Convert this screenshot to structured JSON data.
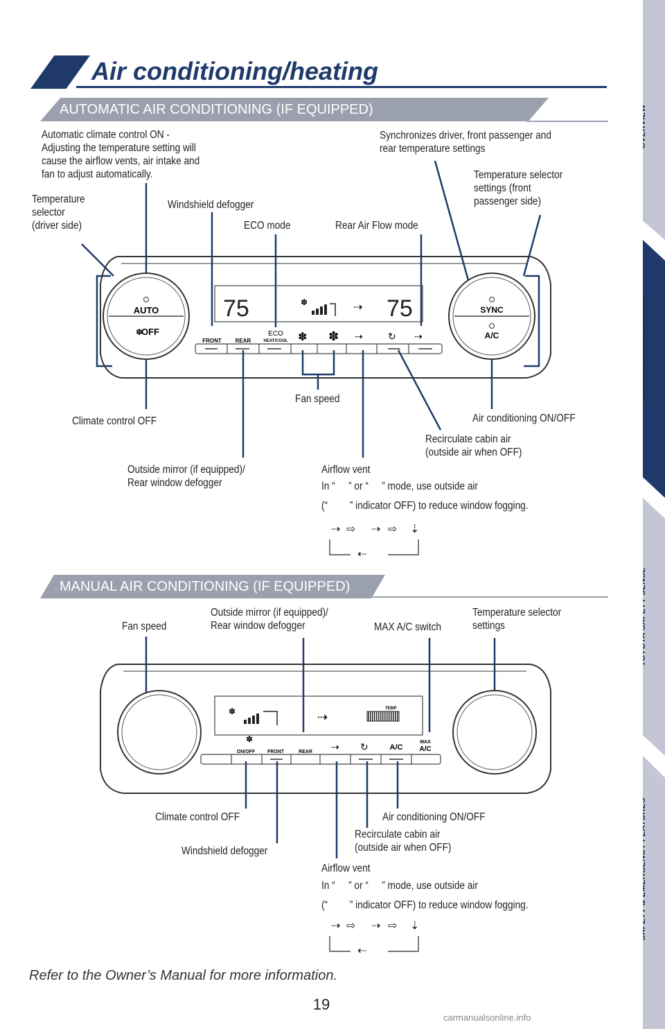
{
  "header": {
    "title": "Air conditioning/heating"
  },
  "sections": {
    "automatic": {
      "title": "AUTOMATIC AIR CONDITIONING (IF EQUIPPED)"
    },
    "manual": {
      "title": "MANUAL AIR CONDITIONING (IF EQUIPPED)"
    }
  },
  "auto_labels": {
    "auto_on": "Automatic climate control ON -\nAdjusting the temperature setting will\ncause the airflow vents, air intake and\nfan to adjust automatically.",
    "temp_driver": "Temperature\nselector\n(driver side)",
    "windshield": "Windshield defogger",
    "eco": "ECO mode",
    "rear_air": "Rear Air Flow mode",
    "sync": "Synchronizes driver, front passenger and\nrear temperature settings",
    "temp_pass": "Temperature selector\nsettings (front\npassenger side)",
    "climate_off": "Climate control OFF",
    "fan_speed": "Fan speed",
    "ac_onoff": "Air conditioning ON/OFF",
    "recirc": "Recirculate cabin air\n(outside air when OFF)",
    "mirror": "Outside mirror (if equipped)/\nRear window defogger",
    "airflow_title": "Airflow vent",
    "airflow_l1a": "In “",
    "airflow_l1b": "” or “",
    "airflow_l1c": "” mode, use outside air",
    "airflow_l2a": "(“",
    "airflow_l2b": "” indicator OFF) to reduce window fogging."
  },
  "manual_labels": {
    "fan_speed": "Fan speed",
    "mirror": "Outside mirror (if equipped)/\nRear window defogger",
    "max_ac": "MAX A/C switch",
    "temp_sel": "Temperature selector\nsettings",
    "climate_off": "Climate control OFF",
    "ac_onoff": "Air conditioning ON/OFF",
    "recirc": "Recirculate cabin air\n(outside air when OFF)",
    "windshield": "Windshield defogger",
    "airflow_title": "Airflow vent",
    "airflow_l1a": "In “",
    "airflow_l1b": "” or “",
    "airflow_l1c": "” mode, use outside air",
    "airflow_l2a": "(“",
    "airflow_l2b": "” indicator OFF) to reduce window fogging."
  },
  "panel_auto": {
    "left_temp": "75",
    "right_temp": "75",
    "auto_btn": "AUTO",
    "off_btn": "OFF",
    "sync_btn": "SYNC",
    "ac_btn": "A/C",
    "front": "FRONT",
    "rear": "REAR",
    "eco": "ECO",
    "heatcool": "HEAT/COOL"
  },
  "panel_manual": {
    "onoff": "ON/OFF",
    "front": "FRONT",
    "rear": "REAR",
    "ac": "A/C",
    "max": "MAX",
    "max_ac": "A/C",
    "temp": "TEMP"
  },
  "side_tabs": [
    "OVERVIEW",
    "FEATURES & OPERATIONS",
    "TOYOTA SAFETY SENSE",
    "SAFETY & EMERGENCY FEATURES"
  ],
  "footer": {
    "note": "Refer to the Owner’s Manual for more information.",
    "page": "19",
    "watermark": "carmanualsonline.info"
  },
  "colors": {
    "brand": "#1f3a6a",
    "band": "#9aa0ad",
    "tab_light": "#c4c6d6",
    "tab_active": "#1f3a6a"
  }
}
